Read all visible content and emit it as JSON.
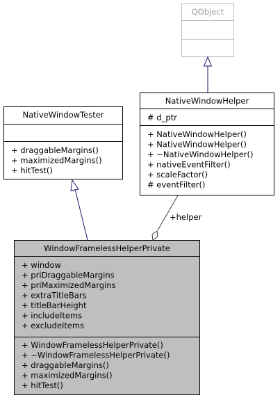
{
  "classes": {
    "qobject": {
      "name": "QObject",
      "attributes": [],
      "methods": []
    },
    "native_window_helper": {
      "name": "NativeWindowHelper",
      "attributes": [
        "# d_ptr"
      ],
      "methods": [
        "+ NativeWindowHelper()",
        "+ NativeWindowHelper()",
        "+ ~NativeWindowHelper()",
        "+ nativeEventFilter()",
        "+ scaleFactor()",
        "# eventFilter()"
      ]
    },
    "native_window_tester": {
      "name": "NativeWindowTester",
      "attributes": [],
      "methods": [
        "+ draggableMargins()",
        "+ maximizedMargins()",
        "+ hitTest()"
      ]
    },
    "window_frameless_helper_private": {
      "name": "WindowFramelessHelperPrivate",
      "attributes": [
        "+ window",
        "+ priDraggableMargins",
        "+ priMaximizedMargins",
        "+ extraTitleBars",
        "+ titleBarHeight",
        "+ includeItems",
        "+ excludeItems"
      ],
      "methods": [
        "+ WindowFramelessHelperPrivate()",
        "+ ~WindowFramelessHelperPrivate()",
        "+ draggableMargins()",
        "+ maximizedMargins()",
        "+ hitTest()"
      ]
    }
  },
  "relations": {
    "helper_label": "+helper"
  },
  "colors": {
    "highlight_fill": "#bfbfbf",
    "box_stroke": "#000000",
    "external_stroke": "#bfbfbf",
    "inheritance_arrow": "#191970",
    "association_line": "#404040"
  }
}
